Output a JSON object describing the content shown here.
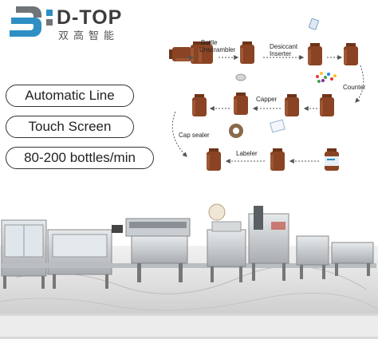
{
  "brand": {
    "name": "D-TOP",
    "chinese": "双高智能"
  },
  "features": [
    "Automatic Line",
    "Touch Screen",
    "80-200 bottles/min"
  ],
  "flow": {
    "steps": {
      "unscrambler_1": "Bottle",
      "unscrambler_2": "Unscrambler",
      "desiccant_1": "Desiccant",
      "desiccant_2": "Inserter",
      "counter": "Counter",
      "capper": "Capper",
      "cap_sealer": "Cap sealer",
      "labeler": "Labeler"
    }
  },
  "colors": {
    "bottle": "#8a4424",
    "logo_blue": "#2f8fc4",
    "logo_gray": "#6f7479",
    "text": "#222222"
  }
}
